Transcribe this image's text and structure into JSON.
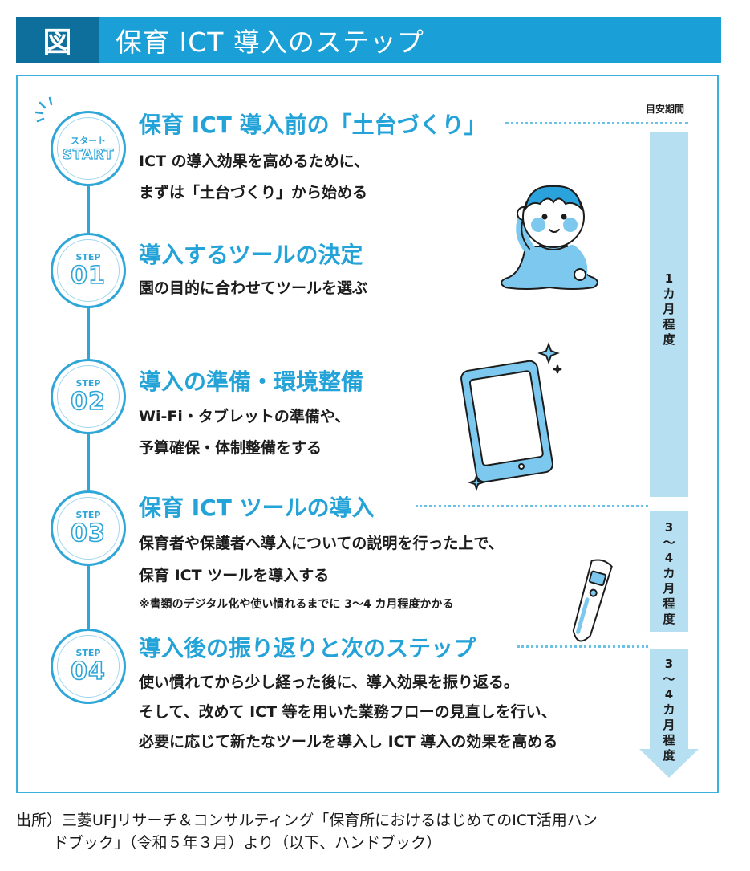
{
  "header": {
    "tag": "図",
    "title": "保育 ICT 導入のステップ"
  },
  "period_header": "目安期間",
  "steps": [
    {
      "badge_small": "スタート",
      "badge_big": "START",
      "heading": "保育 ICT 導入前の「土台づくり」",
      "lines": [
        "ICT の導入効果を高めるために、",
        "まずは「土台づくり」から始める"
      ]
    },
    {
      "badge_small": "STEP",
      "badge_big": "01",
      "heading": "導入するツールの決定",
      "lines": [
        "園の目的に合わせてツールを選ぶ"
      ]
    },
    {
      "badge_small": "STEP",
      "badge_big": "02",
      "heading": "導入の準備・環境整備",
      "lines": [
        "Wi-Fi・タブレットの準備や、",
        "予算確保・体制整備をする"
      ]
    },
    {
      "badge_small": "STEP",
      "badge_big": "03",
      "heading": "保育 ICT ツールの導入",
      "lines": [
        "保育者や保護者へ導入についての説明を行った上で、",
        "保育 ICT ツールを導入する"
      ],
      "note": "※書類のデジタル化や使い慣れるまでに 3～4 カ月程度かかる"
    },
    {
      "badge_small": "STEP",
      "badge_big": "04",
      "heading": "導入後の振り返りと次のステップ",
      "lines": [
        "使い慣れてから少し経った後に、導入効果を振り返る。",
        "そして、改めて ICT 等を用いた業務フローの見直しを行い、",
        "必要に応じて新たなツールを導入し ICT 導入の効果を高める"
      ]
    }
  ],
  "periods": [
    {
      "chars": [
        "1",
        "カ",
        "月",
        "程",
        "度"
      ]
    },
    {
      "chars": [
        "3",
        "～",
        "4",
        "カ",
        "月",
        "程",
        "度"
      ]
    },
    {
      "chars": [
        "3",
        "～",
        "4",
        "カ",
        "月",
        "程",
        "度"
      ]
    }
  ],
  "source": {
    "line1": "出所）三菱UFJリサーチ＆コンサルティング「保育所におけるはじめてのICT活用ハン",
    "line2": "ドブック」（令和５年３月）より（以下、ハンドブック）"
  },
  "colors": {
    "accent": "#1aa0d6",
    "accent_dark": "#0e6f9c",
    "light_blue": "#b7dff2",
    "line": "#2fa6d8"
  },
  "illustrations": [
    "baby-illustration",
    "tablet-illustration",
    "thermometer-illustration"
  ]
}
